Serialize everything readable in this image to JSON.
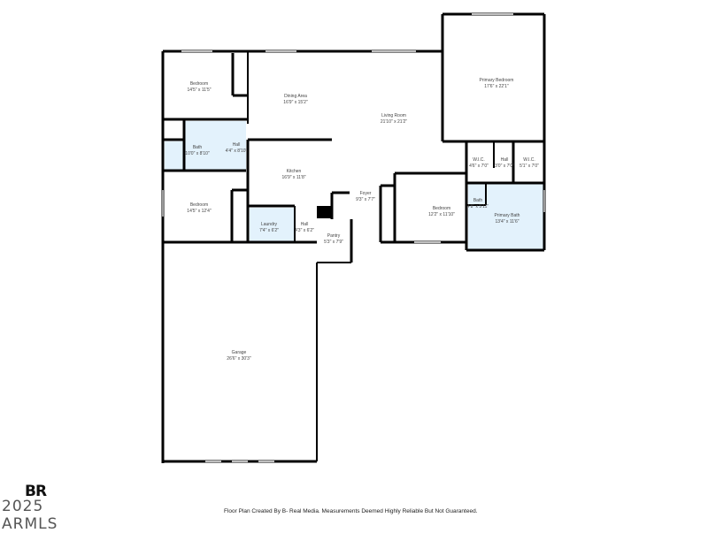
{
  "rooms": [
    {
      "name": "Bedroom",
      "dims": "14'5\" x 11'5\""
    },
    {
      "name": "Dining Area",
      "dims": "16'9\" x 15'2\""
    },
    {
      "name": "Living Room",
      "dims": "21'10\" x 21'2\""
    },
    {
      "name": "Primary Bedroom",
      "dims": "17'6\" x 22'1\""
    },
    {
      "name": "Bath",
      "dims": "10'0\" x 8'10\""
    },
    {
      "name": "Hall",
      "dims": "4'4\" x 8'10\""
    },
    {
      "name": "Kitchen",
      "dims": "16'9\" x 11'8\""
    },
    {
      "name": "W.I.C.",
      "dims": "4'6\" x 7'0\""
    },
    {
      "name": "Hall",
      "dims": "3'0\" x 7'0\""
    },
    {
      "name": "W.I.C.",
      "dims": "5'1\" x 7'0\""
    },
    {
      "name": "Bedroom",
      "dims": "14'5\" x 12'4\""
    },
    {
      "name": "Foyer",
      "dims": "9'3\" x 7'7\""
    },
    {
      "name": "Bedroom",
      "dims": "12'2\" x 11'10\""
    },
    {
      "name": "Bath",
      "dims": "4'8\" x 5'11\""
    },
    {
      "name": "Primary Bath",
      "dims": "13'4\" x 11'6\""
    },
    {
      "name": "Laundry",
      "dims": "7'4\" x 6'2\""
    },
    {
      "name": "Hall",
      "dims": "4'3\" x 6'2\""
    },
    {
      "name": "Pantry",
      "dims": "5'3\" x 7'9\""
    },
    {
      "name": "Garage",
      "dims": "26'6\" x 30'3\""
    }
  ],
  "colors": {
    "wall": "#000000",
    "wet_room": "#e3f2fc",
    "window": "#cccccc"
  },
  "logo": {
    "mark": "BR",
    "text": "2025 ARMLS"
  },
  "disclaimer": "Floor Plan Created By B- Real Media. Measurements Deemed Highly Reliable But Not Guaranteed."
}
